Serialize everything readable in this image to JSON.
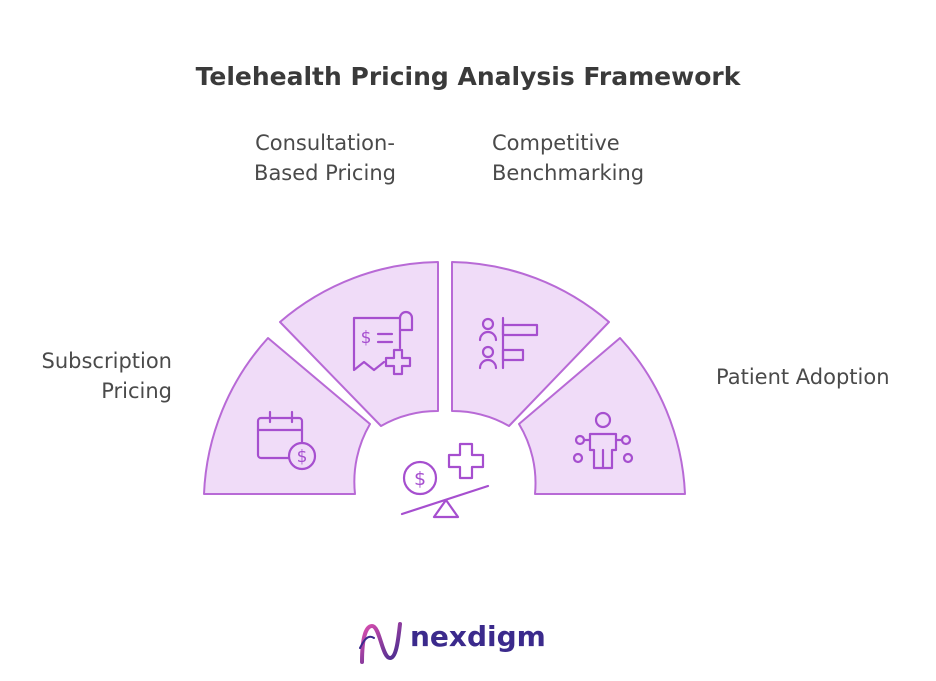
{
  "title": "Telehealth Pricing Analysis Framework",
  "colors": {
    "segment_fill": "#f0dcf8",
    "segment_stroke": "#b86ad6",
    "icon_stroke": "#a64fcf",
    "brand": "#3b2a8c"
  },
  "segments": [
    {
      "id": "subscription",
      "label_lines": [
        "Subscription",
        "Pricing"
      ],
      "icon": "calendar-dollar-icon"
    },
    {
      "id": "consultation",
      "label_lines": [
        "Consultation-",
        "Based Pricing"
      ],
      "icon": "receipt-plus-icon"
    },
    {
      "id": "competitive",
      "label_lines": [
        "Competitive",
        "Benchmarking"
      ],
      "icon": "people-bar-chart-icon"
    },
    {
      "id": "patient",
      "label_lines": [
        "Patient Adoption"
      ],
      "icon": "person-network-icon"
    }
  ],
  "center_icon": "scale-dollar-plus-icon",
  "logo": {
    "text": "nexdigm",
    "icon": "nexdigm-wave-icon"
  }
}
